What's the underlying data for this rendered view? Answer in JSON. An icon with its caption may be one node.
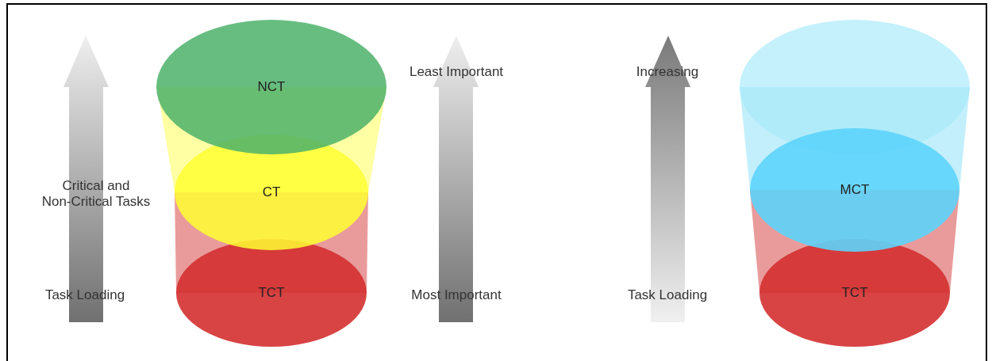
{
  "diagram": {
    "nodes": [
      {
        "text": [
          "NCT"
        ]
      },
      {
        "text": [
          "CT"
        ]
      },
      {
        "text": [
          "TCT"
        ]
      },
      {
        "text": [
          "MCT"
        ]
      },
      {
        "text": [
          "TCT"
        ]
      }
    ],
    "labels": [
      "Critical and Non-Critical Tasks",
      "Task Loading",
      "Least Important",
      "Most Important",
      "Increasing",
      "Task Loading"
    ]
  }
}
